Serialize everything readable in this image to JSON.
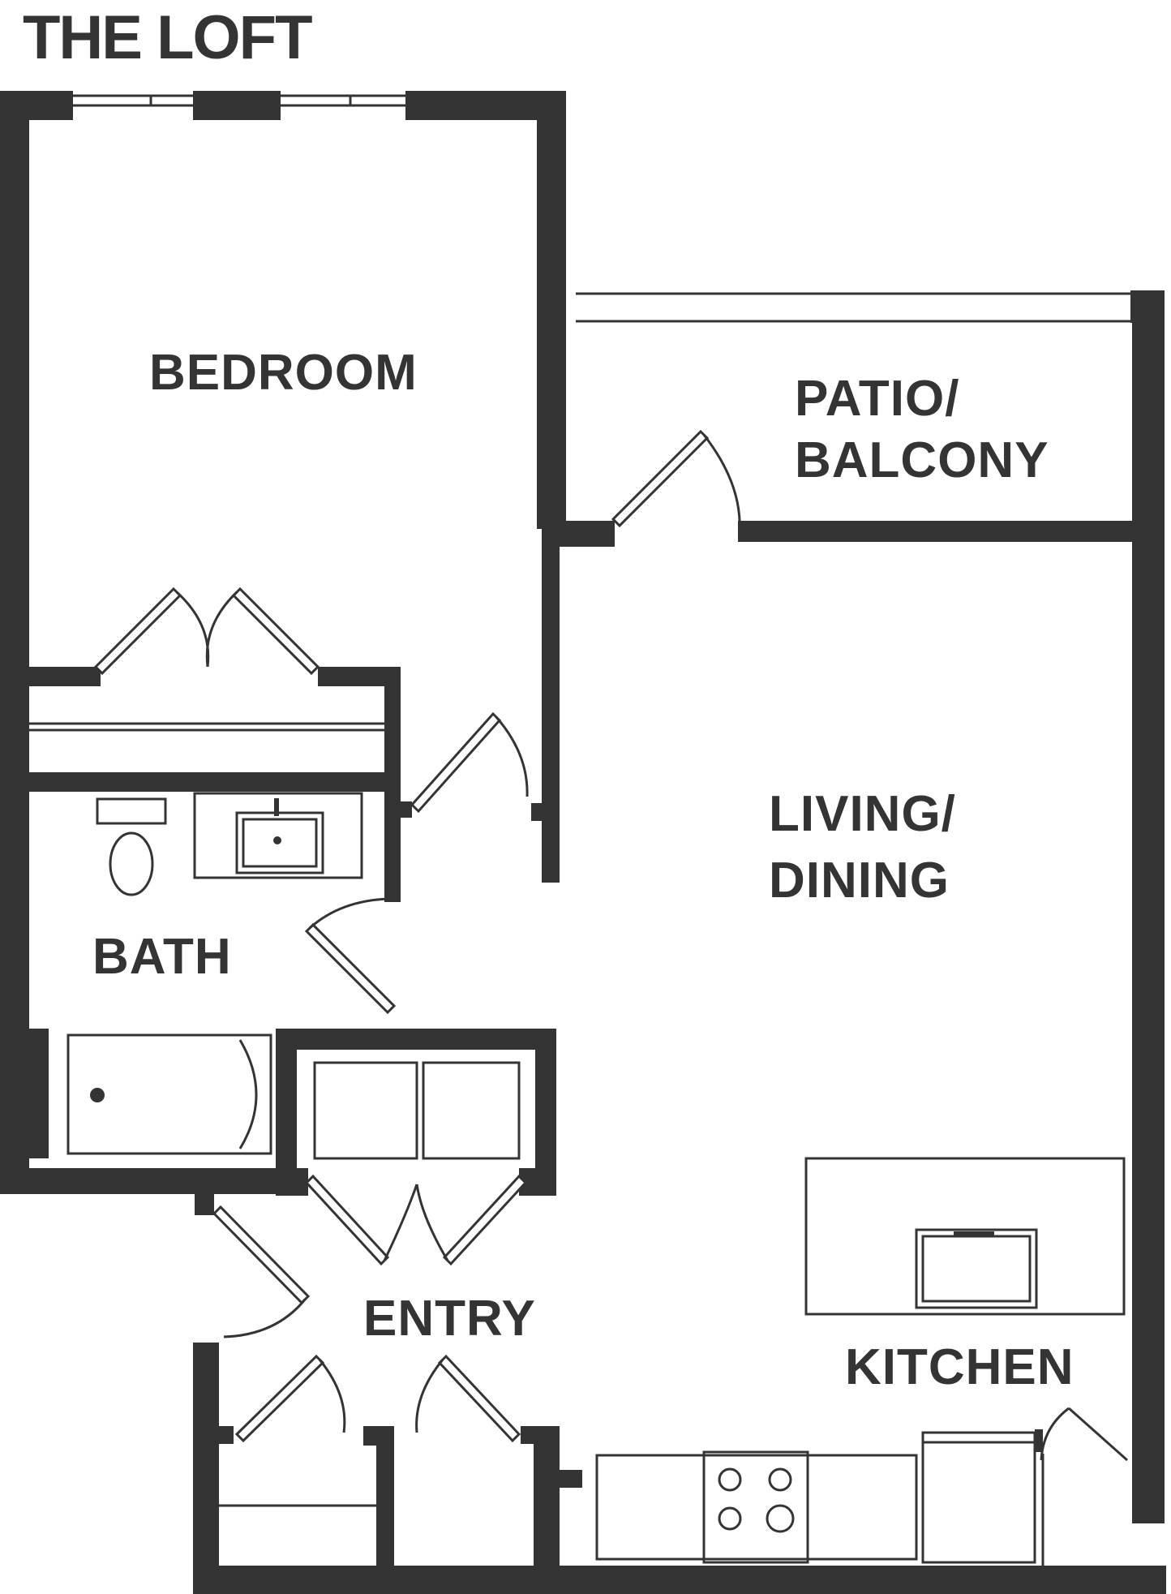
{
  "title": "THE LOFT",
  "rooms": {
    "bedroom": "BEDROOM",
    "patio_line1": "PATIO/",
    "patio_line2": "BALCONY",
    "living_line1": "LIVING/",
    "living_line2": "DINING",
    "bath": "BATH",
    "entry": "ENTRY",
    "kitchen": "KITCHEN"
  },
  "colors": {
    "wall": "#333433",
    "background": "#ffffff"
  }
}
